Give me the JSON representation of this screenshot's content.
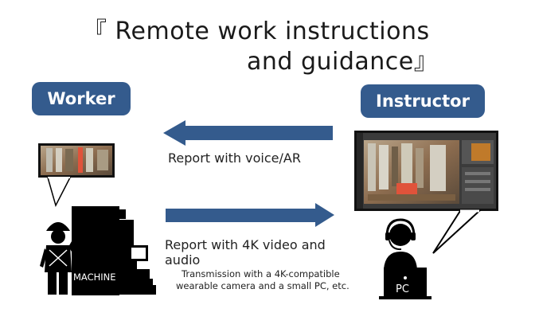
{
  "title": {
    "line1": "『 Remote work instructions",
    "line2": "and guidance』"
  },
  "roles": {
    "worker": "Worker",
    "instructor": "Instructor"
  },
  "flows": {
    "report_voice": "Report with voice/AR",
    "report_video_line1": "Report with 4K video and",
    "report_video_line2": "audio",
    "transmission_line1": "Transmission with a 4K-compatible",
    "transmission_line2": "wearable camera and a small PC, etc."
  },
  "labels": {
    "machine": "MACHINE",
    "pc": "PC"
  },
  "colors": {
    "badge": "#345b8d",
    "arrow": "#345b8d",
    "silhouette": "#000000"
  },
  "icons": {
    "worker": "worker-silhouette-icon",
    "machine": "machine-silhouette-icon",
    "instructor": "headset-person-icon",
    "pc": "laptop-icon"
  }
}
